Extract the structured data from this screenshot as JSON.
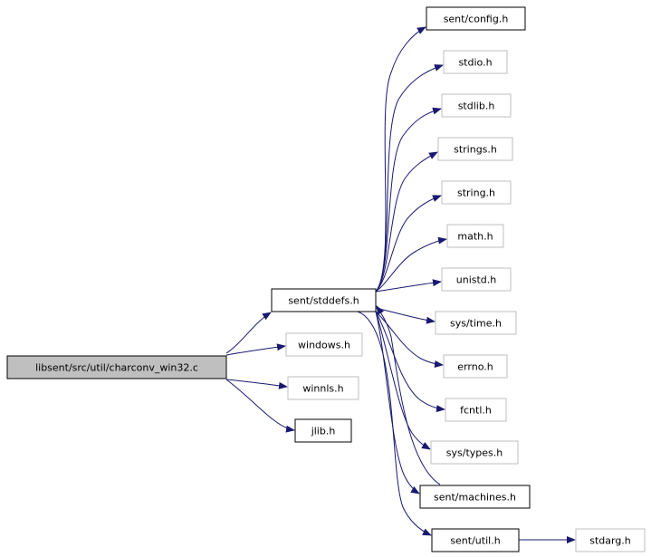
{
  "diagram": {
    "colors": {
      "edge": "#191970",
      "root_fill": "#bfbfbf",
      "box_stroke": "#000000",
      "box_stroke_light": "#bfbfbf",
      "text": "#000000"
    },
    "nodes": [
      {
        "id": "root",
        "label": "libsent/src/util/charconv_win32.c",
        "style": "root"
      },
      {
        "id": "stddefs",
        "label": "sent/stddefs.h",
        "style": "dark"
      },
      {
        "id": "windows",
        "label": "windows.h",
        "style": "light"
      },
      {
        "id": "winnls",
        "label": "winnls.h",
        "style": "light"
      },
      {
        "id": "jlib",
        "label": "jlib.h",
        "style": "dark"
      },
      {
        "id": "config",
        "label": "sent/config.h",
        "style": "dark"
      },
      {
        "id": "stdio",
        "label": "stdio.h",
        "style": "light"
      },
      {
        "id": "stdlib",
        "label": "stdlib.h",
        "style": "light"
      },
      {
        "id": "strings",
        "label": "strings.h",
        "style": "light"
      },
      {
        "id": "string",
        "label": "string.h",
        "style": "light"
      },
      {
        "id": "math",
        "label": "math.h",
        "style": "light"
      },
      {
        "id": "unistd",
        "label": "unistd.h",
        "style": "light"
      },
      {
        "id": "systime",
        "label": "sys/time.h",
        "style": "light"
      },
      {
        "id": "errno",
        "label": "errno.h",
        "style": "light"
      },
      {
        "id": "fcntl",
        "label": "fcntl.h",
        "style": "light"
      },
      {
        "id": "systypes",
        "label": "sys/types.h",
        "style": "light"
      },
      {
        "id": "machines",
        "label": "sent/machines.h",
        "style": "dark"
      },
      {
        "id": "util",
        "label": "sent/util.h",
        "style": "dark"
      },
      {
        "id": "stdarg",
        "label": "stdarg.h",
        "style": "light"
      }
    ],
    "edges": [
      {
        "from": "root",
        "to": "stddefs"
      },
      {
        "from": "root",
        "to": "windows"
      },
      {
        "from": "root",
        "to": "winnls"
      },
      {
        "from": "root",
        "to": "jlib"
      },
      {
        "from": "stddefs",
        "to": "config"
      },
      {
        "from": "stddefs",
        "to": "stdio"
      },
      {
        "from": "stddefs",
        "to": "stdlib"
      },
      {
        "from": "stddefs",
        "to": "strings"
      },
      {
        "from": "stddefs",
        "to": "string"
      },
      {
        "from": "stddefs",
        "to": "math"
      },
      {
        "from": "stddefs",
        "to": "unistd"
      },
      {
        "from": "stddefs",
        "to": "systime"
      },
      {
        "from": "stddefs",
        "to": "errno"
      },
      {
        "from": "stddefs",
        "to": "fcntl"
      },
      {
        "from": "stddefs",
        "to": "systypes"
      },
      {
        "from": "stddefs",
        "to": "machines"
      },
      {
        "from": "stddefs",
        "to": "util"
      },
      {
        "from": "util",
        "to": "stddefs"
      },
      {
        "from": "util",
        "to": "stdarg"
      }
    ]
  }
}
